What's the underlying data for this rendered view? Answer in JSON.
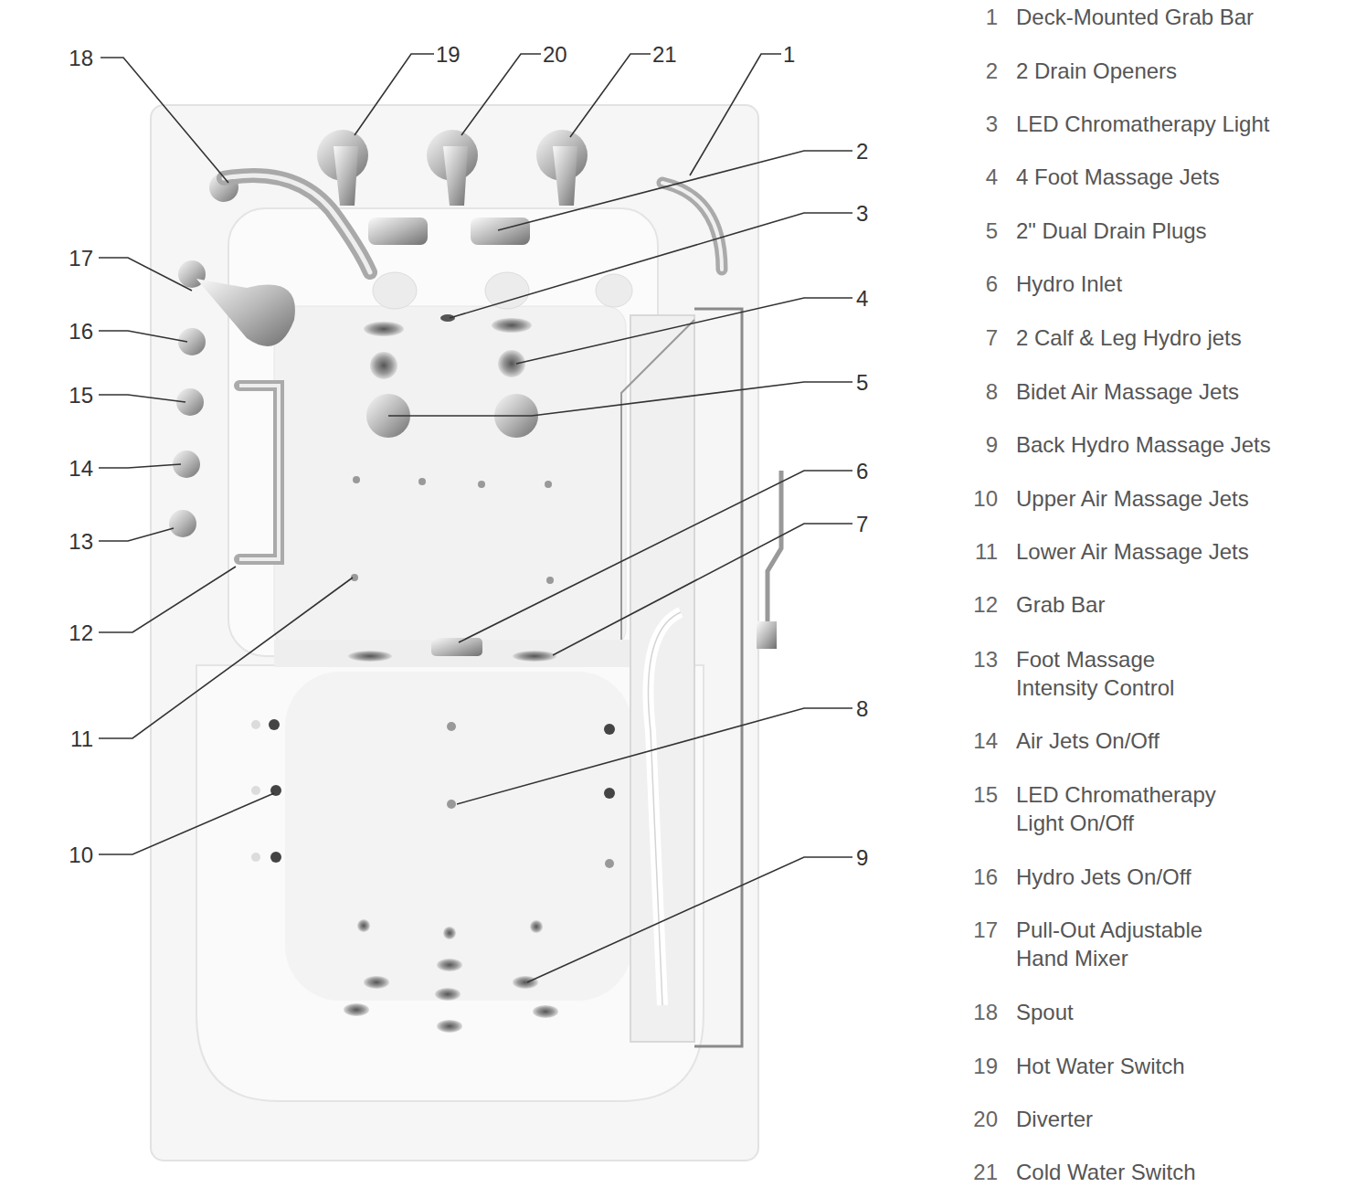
{
  "diagram": {
    "labels": [
      "18",
      "19",
      "20",
      "21",
      "1",
      "2",
      "3",
      "4",
      "5",
      "6",
      "7",
      "8",
      "9",
      "17",
      "16",
      "15",
      "14",
      "13",
      "12",
      "11",
      "10",
      "1",
      "Deck-Mounted Grab Bar",
      "2",
      "2 Drain Openers",
      "3",
      "LED Chromatherapy Light",
      "4",
      "4 Foot Massage Jets",
      "5",
      "2\" Dual Drain Plugs",
      "6",
      "Hydro Inlet",
      "7",
      "2 Calf & Leg Hydro jets",
      "8",
      "Bidet Air Massage Jets",
      "9",
      "Back Hydro Massage Jets",
      "10",
      "Upper Air Massage Jets",
      "11",
      "Lower Air Massage Jets",
      "12",
      "Grab Bar",
      "13",
      "Foot Massage Intensity Control",
      "14",
      "Air Jets On/Off",
      "15",
      "LED Chromatherapy Light On/Off",
      "16",
      "Hydro Jets On/Off",
      "17",
      "Pull-Out Adjustable Hand Mixer",
      "18",
      "Spout",
      "19",
      "Hot Water Switch",
      "20",
      "Diverter",
      "21",
      "Cold Water Switch"
    ]
  }
}
